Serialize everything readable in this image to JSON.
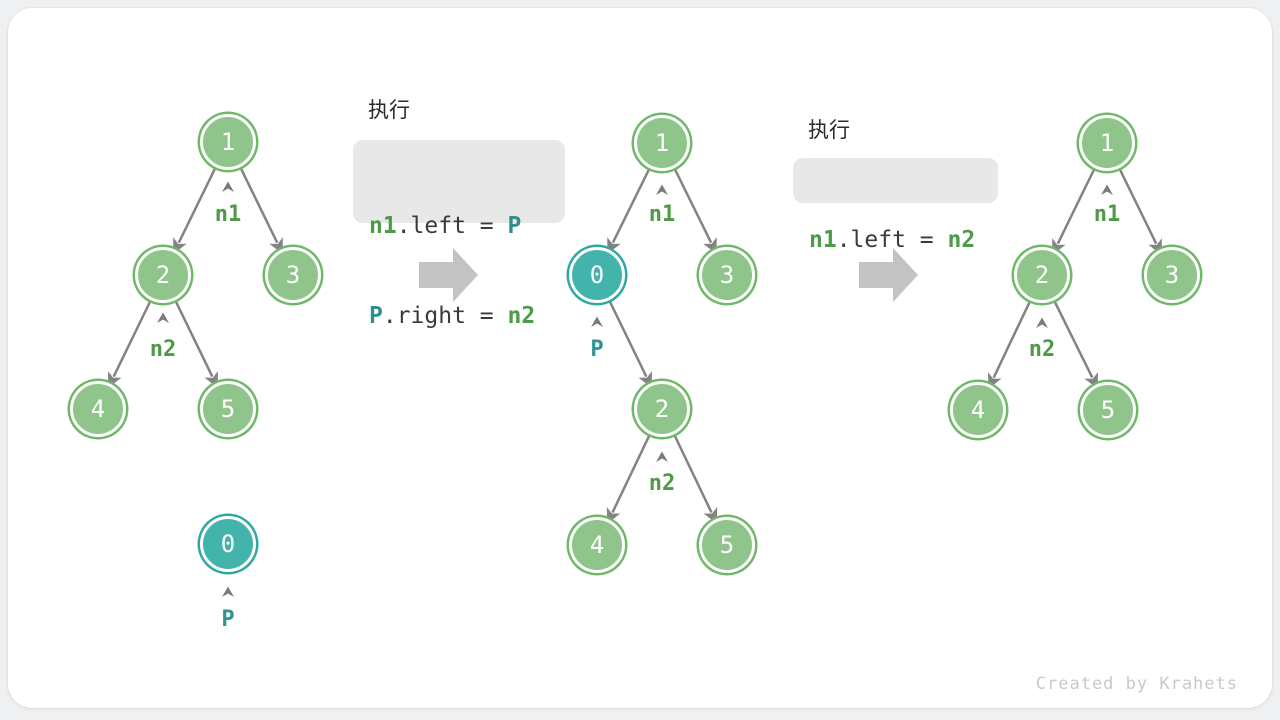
{
  "watermark": "Created by Krahets",
  "colors": {
    "node_green_fill": "#8FC48A",
    "node_green_border": "#6FB868",
    "node_teal_fill": "#43B4AC",
    "node_teal_border": "#2FA8A0",
    "label_green": "#4E9B47",
    "label_teal": "#2E948D",
    "edge_gray": "#838383",
    "step_arrow_gray": "#c3c3c3",
    "code_background": "#e8e8e8"
  },
  "code_blocks": [
    {
      "title": "执行",
      "lines": [
        [
          {
            "text": "n1",
            "color": "green"
          },
          {
            "text": ".left = ",
            "color": "plain"
          },
          {
            "text": "P",
            "color": "teal"
          }
        ],
        [
          {
            "text": "P",
            "color": "teal"
          },
          {
            "text": ".right = ",
            "color": "plain"
          },
          {
            "text": "n2",
            "color": "green"
          }
        ]
      ]
    },
    {
      "title": "执行",
      "lines": [
        [
          {
            "text": "n1",
            "color": "green"
          },
          {
            "text": ".left = ",
            "color": "plain"
          },
          {
            "text": "n2",
            "color": "green"
          }
        ]
      ]
    }
  ],
  "trees": [
    {
      "id": "tree-before",
      "nodes": [
        {
          "value": "1"
        },
        {
          "value": "2"
        },
        {
          "value": "3"
        },
        {
          "value": "4"
        },
        {
          "value": "5"
        },
        {
          "value": "0"
        }
      ],
      "labels": [
        {
          "text": "n1"
        },
        {
          "text": "n2"
        },
        {
          "text": "P"
        }
      ]
    },
    {
      "id": "tree-during",
      "nodes": [
        {
          "value": "1"
        },
        {
          "value": "0"
        },
        {
          "value": "3"
        },
        {
          "value": "2"
        },
        {
          "value": "4"
        },
        {
          "value": "5"
        }
      ],
      "labels": [
        {
          "text": "n1"
        },
        {
          "text": "P"
        },
        {
          "text": "n2"
        }
      ]
    },
    {
      "id": "tree-after",
      "nodes": [
        {
          "value": "1"
        },
        {
          "value": "2"
        },
        {
          "value": "3"
        },
        {
          "value": "4"
        },
        {
          "value": "5"
        }
      ],
      "labels": [
        {
          "text": "n1"
        },
        {
          "text": "n2"
        }
      ]
    }
  ]
}
